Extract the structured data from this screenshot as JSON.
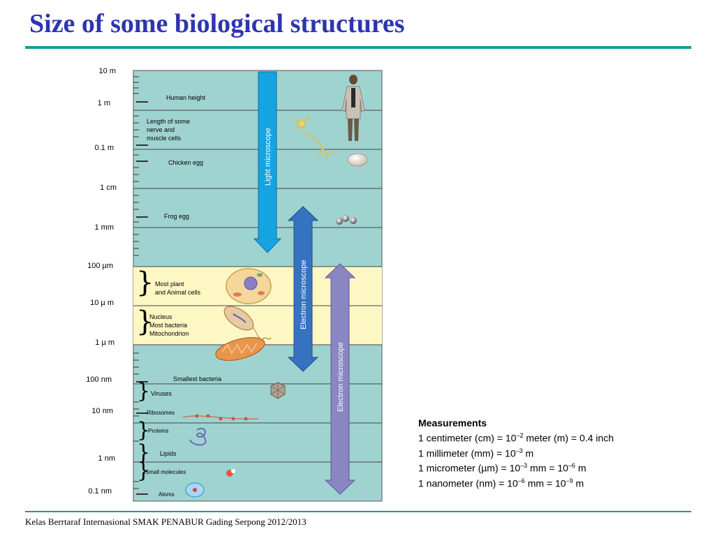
{
  "title": "Size of some biological structures",
  "footer": "Kelas Berrtaraf Internasional SMAK PENABUR Gading Serpong 2012/2013",
  "scale_labels": [
    "10 m",
    "1 m",
    "0.1 m",
    "1 cm",
    "1 mm",
    "100 µm",
    "10 µ m",
    "1 µ m",
    "100 nm",
    "10 nm",
    "1 nm",
    "0.1 nm"
  ],
  "items": {
    "human_height": "Human height",
    "nerve_1": "Length of some",
    "nerve_2": "nerve and",
    "nerve_3": "muscle cells",
    "chicken_egg": "Chicken egg",
    "frog_egg": "Frog egg",
    "cells_1": "Most plant",
    "cells_2": "and Animal  cells",
    "nucleus": "Nucleus",
    "bacteria": "Most bacteria",
    "mitochondrion": "Mitochondrion",
    "smallest_bacteria": "Smallest bacteria",
    "viruses": "Viruses",
    "ribosomes": "Ribosomes",
    "proteins": "Proteins",
    "lipids": "Lipids",
    "small_molecules": "Small molecules",
    "atoms": "Atoms"
  },
  "arrows": {
    "light": "Light microscope",
    "electron_1": "Electron microscope",
    "electron_2": "Electron microscope"
  },
  "measurements": {
    "heading": "Measurements",
    "cm_a": "1 centimeter (cm) = 10",
    "cm_exp": "–2",
    "cm_b": " meter (m) = 0.4 inch",
    "mm_a": "1 millimeter (mm) = 10",
    "mm_exp": "–3",
    "mm_b": " m",
    "um_a": "1 micrometer (µm) = 10",
    "um_exp1": "–3",
    "um_b": " mm = 10",
    "um_exp2": "–6",
    "um_c": " m",
    "nm_a": "1 nanometer (nm) = 10",
    "nm_exp1": "–6",
    "nm_b": " mm = 10",
    "nm_exp2": "–9",
    "nm_c": " m"
  },
  "colors": {
    "title": "#2e35b0",
    "rule": "#1a9a9a",
    "panel": "#9fd3d0",
    "highlight": "#fdf7c4",
    "light_arrow": "#16a3e0",
    "electron_arrow": "#3573c0",
    "electron_arrow_2": "#8a86c2"
  },
  "icons": [
    "human-figure",
    "nerve-cell",
    "chicken-egg",
    "frog-eggs",
    "animal-cell",
    "bacterium",
    "mitochondrion",
    "virus",
    "ribosome-chain",
    "protein",
    "molecule",
    "atom"
  ]
}
